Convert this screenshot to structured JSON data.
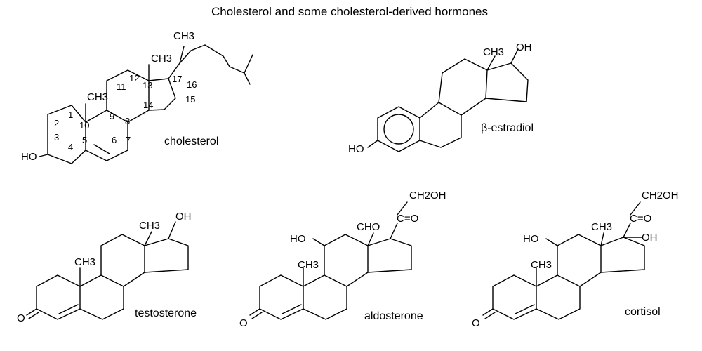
{
  "title": "Cholesterol and some cholesterol-derived hormones",
  "molecules": {
    "cholesterol": {
      "name": "cholesterol",
      "labels": {
        "ho": "HO",
        "ch3_side": "CH3",
        "ch3_c13": "CH3",
        "ch3_c10": "CH3"
      },
      "numbers": [
        "1",
        "2",
        "3",
        "4",
        "5",
        "6",
        "7",
        "8",
        "9",
        "10",
        "11",
        "12",
        "13",
        "14",
        "15",
        "16",
        "17"
      ]
    },
    "estradiol": {
      "name": "β-estradiol",
      "labels": {
        "ch3": "CH3",
        "oh": "OH",
        "ho": "HO"
      }
    },
    "testosterone": {
      "name": "testosterone",
      "labels": {
        "ch3_c13": "CH3",
        "oh": "OH",
        "ch3_c10": "CH3",
        "o": "O"
      }
    },
    "aldosterone": {
      "name": "aldosterone",
      "labels": {
        "ch2oh": "CH2OH",
        "co": "C=O",
        "cho": "CHO",
        "ho": "HO",
        "ch3_c10": "CH3",
        "o": "O"
      }
    },
    "cortisol": {
      "name": "cortisol",
      "labels": {
        "ch2oh": "CH2OH",
        "co": "C=O",
        "ch3_c13": "CH3",
        "oh": "OH",
        "ho": "HO",
        "ch3_c10": "CH3",
        "o": "O"
      }
    }
  }
}
